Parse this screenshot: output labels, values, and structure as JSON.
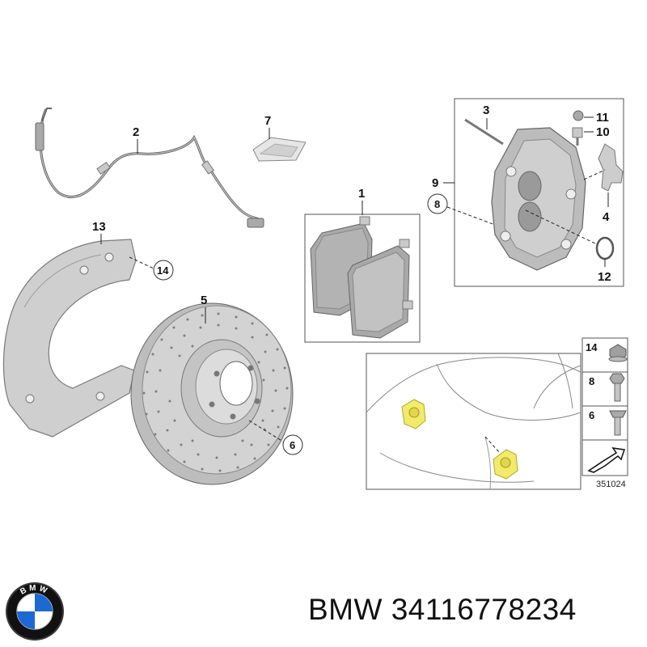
{
  "callouts": {
    "c1": "1",
    "c2": "2",
    "c3": "3",
    "c4": "4",
    "c5": "5",
    "c6": "6",
    "c7": "7",
    "c8": "8",
    "c9": "9",
    "c10": "10",
    "c11": "11",
    "c12": "12",
    "c13": "13",
    "c14": "14"
  },
  "hardware_legend": {
    "items": [
      {
        "label": "14",
        "icon": "flange-bolt-icon"
      },
      {
        "label": "8",
        "icon": "hex-bolt-icon"
      },
      {
        "label": "6",
        "icon": "countersunk-screw-icon"
      }
    ]
  },
  "diagram_code": "351024",
  "brand": {
    "logo_letters": "BMW",
    "part_caption": "BMW 34116778234"
  },
  "colors": {
    "part_gray": "#c9c9c9",
    "highlight_yellow": "#f2ea6a",
    "logo_blue": "#1c69d4"
  }
}
